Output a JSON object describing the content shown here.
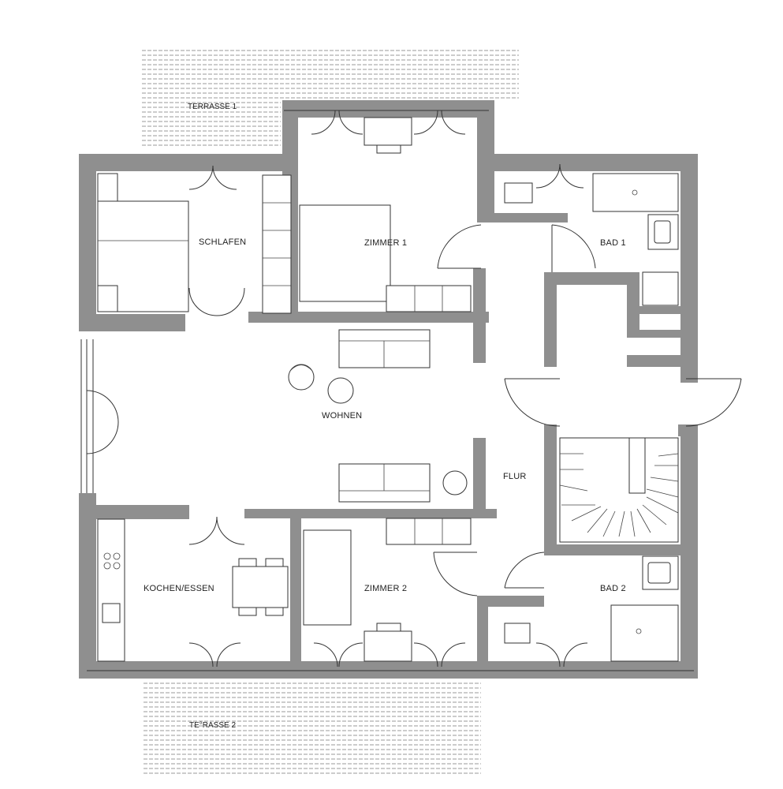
{
  "plan": {
    "rooms": {
      "schlafen": "SCHLAFEN",
      "zimmer1": "ZIMMER 1",
      "bad1": "BAD 1",
      "wohnen": "WOHNEN",
      "flur": "FLUR",
      "kochen": "KOCHEN/ESSEN",
      "zimmer2": "ZIMMER 2",
      "bad2": "BAD 2"
    },
    "terraces": {
      "terrasse1": "TERRASSE 1",
      "terrasse2": "TE°RASSE 2"
    }
  }
}
